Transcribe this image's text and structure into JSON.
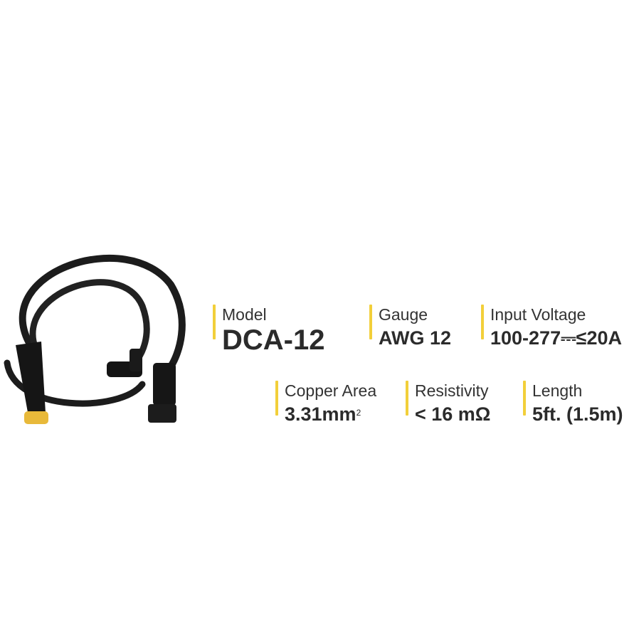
{
  "product": {
    "image": "dc-cable-with-connectors"
  },
  "specs": {
    "model": {
      "label": "Model",
      "value": "DCA-12"
    },
    "gauge": {
      "label": "Gauge",
      "value": "AWG 12"
    },
    "input_voltage": {
      "label": "Input Voltage",
      "value": "100-277⎓≤20A"
    },
    "copper_area": {
      "label": "Copper Area",
      "value": "3.31mm",
      "superscript": "2"
    },
    "resistivity": {
      "label": "Resistivity",
      "value": "< 16 mΩ"
    },
    "length": {
      "label": "Length",
      "value": "5ft. (1.5m)"
    }
  },
  "colors": {
    "accent": "#f2cf3a",
    "text": "#2b2b2b",
    "connector_tip": "#e8b93a"
  }
}
